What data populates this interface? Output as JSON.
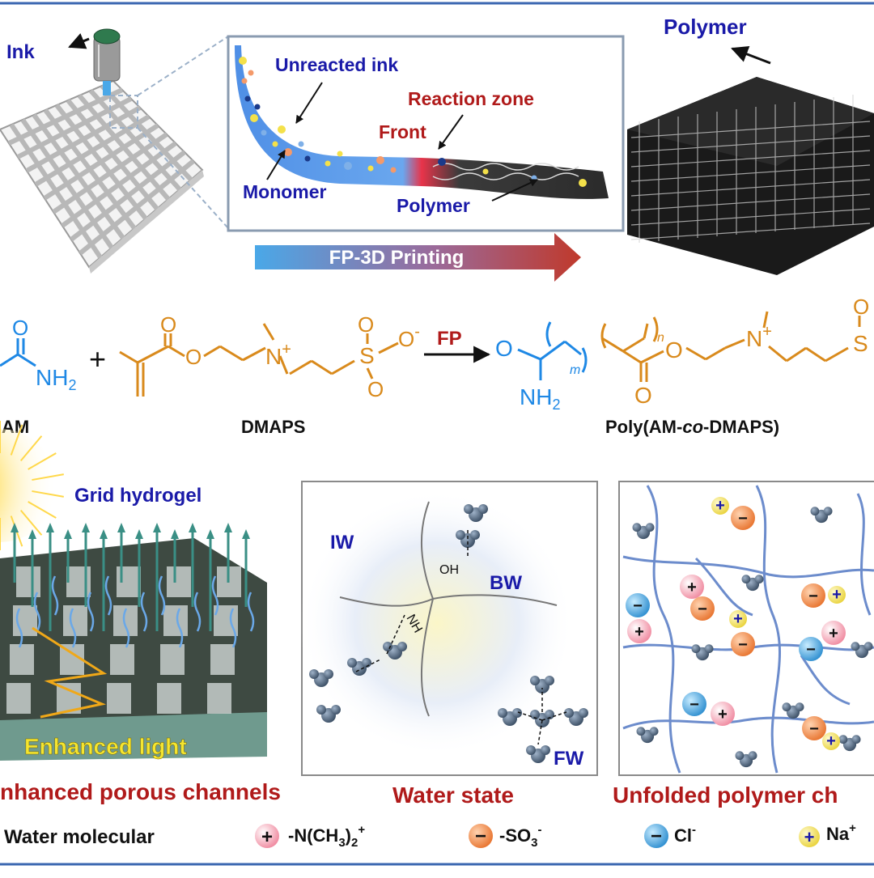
{
  "colors": {
    "navy_label": "#1a1aa8",
    "dark_red_label": "#b01a1a",
    "chem_blue": "#1e88e5",
    "chem_orange": "#d98a1c",
    "arrow_blue": "#4aa8e8",
    "arrow_red": "#c0392b",
    "frame_blue": "#3a66b0",
    "water_sphere": "#4a5f78",
    "cation_pink": "#f2a2b2",
    "anion_orange": "#f08a4b",
    "chloride_blue": "#36a3e0",
    "sodium_yellow": "#f2e04a",
    "chain_blue": "#6c8ccc"
  },
  "top": {
    "ink_label": "Ink",
    "inset": {
      "unreacted_ink": "Unreacted ink",
      "reaction_zone": "Reaction zone",
      "front": "Front",
      "monomer": "Monomer",
      "polymer": "Polymer"
    },
    "process_arrow": "FP-3D Printing",
    "polymer_label": "Polymer"
  },
  "reaction": {
    "am": {
      "carbonyl_o": "O",
      "amine": "NH",
      "amine_sub": "2",
      "name": "AM"
    },
    "plus": "+",
    "dmaps": {
      "ester_o_top": "O",
      "ester_o": "O",
      "n_plus": "N",
      "n_charge": "+",
      "s": "S",
      "so_top": "O",
      "so_bottom": "O",
      "so_minus": "O",
      "so_minus_charge": "-",
      "name": "DMAPS"
    },
    "arrow_label": "FP",
    "product": {
      "carbonyl_o": "O",
      "amine": "NH",
      "amine_sub": "2",
      "m": "m",
      "n": "n",
      "ester_o": "O",
      "ester_o_bottom": "O",
      "n_plus": "N",
      "n_charge": "+",
      "s": "S",
      "so_top": "O",
      "name_prefix": "Poly(AM-",
      "name_italic": "co",
      "name_suffix": "-DMAPS)"
    }
  },
  "bottom": {
    "grid_label": "Grid hydrogel",
    "light_label": "Enhanced light",
    "channels_caption": "nhanced porous channels",
    "water_state": {
      "iw": "IW",
      "bw": "BW",
      "fw": "FW",
      "oh": "OH",
      "nh": "NH",
      "caption": "Water state"
    },
    "polymer_caption": "Unfolded polymer ch"
  },
  "legend": {
    "water": "Water molecular",
    "cation_group": "-N(CH",
    "cation_sub": "3",
    "cation_tail": ")",
    "cation_sub2": "2",
    "cation_sup": "+",
    "anion_group": "-SO",
    "anion_sub": "3",
    "anion_sup": "-",
    "chloride": "Cl",
    "chloride_sup": "-",
    "sodium": "Na",
    "sodium_sup": "+",
    "plus_sign": "+",
    "minus_sign": "−"
  }
}
